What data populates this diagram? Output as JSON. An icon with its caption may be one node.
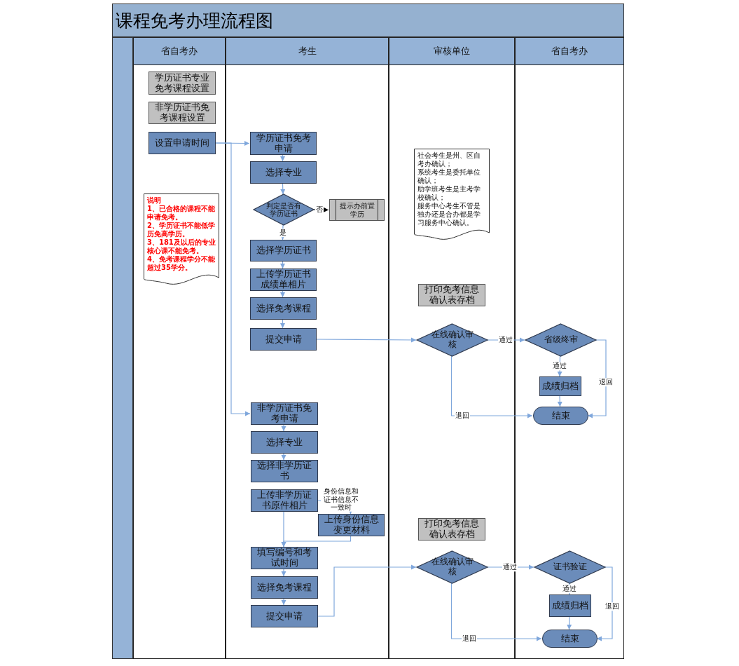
{
  "diagram": {
    "title": "课程免考办理流程图",
    "nodes": [
      {
        "text": [
          "省自考办"
        ]
      },
      {
        "text": [
          "考生"
        ]
      },
      {
        "text": [
          "审核单位"
        ]
      },
      {
        "text": [
          "省自考办"
        ]
      },
      {
        "text": [
          "学历证书专业免考课程设置"
        ],
        "in": 0
      },
      {
        "text": [
          "非学历证书免考课程设置"
        ],
        "in": 0
      },
      {
        "text": [
          "设置申请时间"
        ],
        "in": 0
      },
      {
        "text": [
          "说明",
          "1、已合格的课程不能申请免考。",
          "2、学历证书不能低学历免高学历。",
          "3、181及以后的专业核心课不能免考。",
          "4、免考课程学分不能超过35学分。"
        ],
        "in": 0
      },
      {
        "text": [
          "学历证书免考申请"
        ],
        "in": 1
      },
      {
        "text": [
          "选择专业"
        ],
        "in": 1
      },
      {
        "text": [
          "判定是否有学历证书"
        ],
        "in": 1
      },
      {
        "text": [
          "提示办前置学历"
        ],
        "in": 1
      },
      {
        "text": [
          "选择学历证书"
        ],
        "in": 1
      },
      {
        "text": [
          "上传学历证书成绩单相片"
        ],
        "in": 1
      },
      {
        "text": [
          "选择免考课程"
        ],
        "in": 1
      },
      {
        "text": [
          "提交申请"
        ],
        "in": 1
      },
      {
        "text": [
          "社会考生是州、区自考办确认；",
          "系统考生是委托单位确认；",
          "助学班考生是主考学校确认；",
          "服务中心考生不管是独办还是合办都是学习服务中心确认。"
        ],
        "in": 2
      },
      {
        "text": [
          "打印免考信息确认表存档"
        ],
        "in": 2
      },
      {
        "text": [
          "在线确认审核"
        ],
        "in": 2
      },
      {
        "text": [
          "省级终审"
        ],
        "in": 3
      },
      {
        "text": [
          "成绩归档"
        ],
        "in": 3
      },
      {
        "text": [
          "结束"
        ],
        "in": 3
      },
      {
        "text": [
          "非学历证书免考申请"
        ],
        "in": 1
      },
      {
        "text": [
          "选择专业"
        ],
        "in": 1
      },
      {
        "text": [
          "选择非学历证书"
        ],
        "in": 1
      },
      {
        "text": [
          "上传非学历证书原件相片"
        ],
        "in": 1
      },
      {
        "text": [
          "上传身份信息变更材料"
        ],
        "in": 1
      },
      {
        "text": [
          "填写编号和考试时间"
        ],
        "in": 1
      },
      {
        "text": [
          "选择免考课程"
        ],
        "in": 1
      },
      {
        "text": [
          "提交申请"
        ],
        "in": 1
      },
      {
        "text": [
          "打印免考信息确认表存档"
        ],
        "in": 2
      },
      {
        "text": [
          "在线确认审核"
        ],
        "in": 2
      },
      {
        "text": [
          "证书验证"
        ],
        "in": 3
      },
      {
        "text": [
          "成绩归档"
        ],
        "in": 3
      },
      {
        "text": [
          "结束"
        ],
        "in": 3
      }
    ],
    "edges": [
      {
        "from": 6,
        "to": 8,
        "arrow": "to"
      },
      {
        "from": 6,
        "to": 22,
        "arrow": "to"
      },
      {
        "from": 8,
        "to": 9,
        "arrow": "to"
      },
      {
        "from": 9,
        "to": 10,
        "arrow": "to"
      },
      {
        "from": 10,
        "to": 11,
        "arrow": "to",
        "label": "否",
        "color": "#000000"
      },
      {
        "from": 10,
        "to": 12,
        "arrow": "to",
        "label": "是"
      },
      {
        "from": 12,
        "to": 13,
        "arrow": "to"
      },
      {
        "from": 13,
        "to": 14,
        "arrow": "to"
      },
      {
        "from": 14,
        "to": 15,
        "arrow": "to"
      },
      {
        "from": 15,
        "to": 18,
        "arrow": "to"
      },
      {
        "from": 18,
        "to": 19,
        "arrow": "to",
        "label": "通过"
      },
      {
        "from": 19,
        "to": 20,
        "arrow": "to",
        "label": "通过"
      },
      {
        "from": 20,
        "to": 21,
        "arrow": "to"
      },
      {
        "from": 19,
        "to": 21,
        "arrow": "to",
        "label": "退回"
      },
      {
        "from": 18,
        "to": 21,
        "arrow": "to",
        "label": "退回"
      },
      {
        "from": 22,
        "to": 23,
        "arrow": "to"
      },
      {
        "from": 23,
        "to": 24,
        "arrow": "to"
      },
      {
        "from": 25,
        "to": 26,
        "arrow": "to",
        "label": "身份信息和证书信息不一致时"
      },
      {
        "from": 25,
        "to": 27,
        "arrow": "to"
      },
      {
        "from": 26,
        "to": 27,
        "arrow": "to"
      },
      {
        "from": 27,
        "to": 28,
        "arrow": "to"
      },
      {
        "from": 28,
        "to": 29,
        "arrow": "to"
      },
      {
        "from": 29,
        "to": 31,
        "arrow": "to"
      },
      {
        "from": 31,
        "to": 32,
        "arrow": "to",
        "label": "通过"
      },
      {
        "from": 32,
        "to": 33,
        "arrow": "to",
        "label": "通过"
      },
      {
        "from": 33,
        "to": 34,
        "arrow": "to"
      },
      {
        "from": 32,
        "to": 34,
        "arrow": "to",
        "label": "退回"
      },
      {
        "from": 31,
        "to": 34,
        "arrow": "to",
        "label": "退回"
      }
    ]
  }
}
